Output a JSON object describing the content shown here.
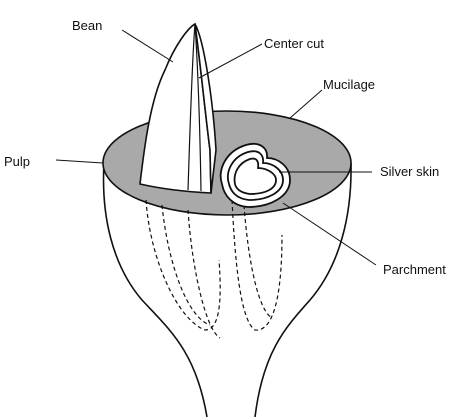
{
  "diagram": {
    "labels": {
      "bean": "Bean",
      "center_cut": "Center cut",
      "mucilage": "Mucilage",
      "pulp": "Pulp",
      "silver_skin": "Silver skin",
      "parchment": "Parchment"
    },
    "colors": {
      "cut_surface": "#a9a9a9",
      "outline": "#111111",
      "background": "#ffffff"
    }
  }
}
